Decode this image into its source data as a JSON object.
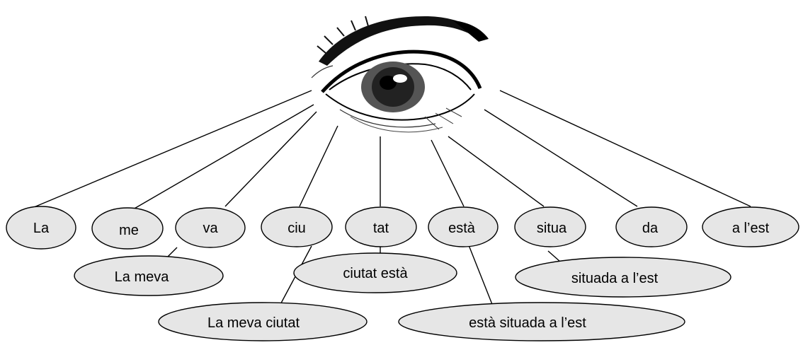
{
  "eye": {
    "icon": "eye-icon"
  },
  "syllables": [
    {
      "text": "La"
    },
    {
      "text": "me"
    },
    {
      "text": "va"
    },
    {
      "text": "ciu"
    },
    {
      "text": "tat"
    },
    {
      "text": "està"
    },
    {
      "text": "situa"
    },
    {
      "text": "da"
    },
    {
      "text": "a l’est"
    }
  ],
  "groups": [
    {
      "text": "La meva"
    },
    {
      "text": "ciutat està"
    },
    {
      "text": "situada a l’est"
    },
    {
      "text": "La meva ciutat"
    },
    {
      "text": "està situada a l’est"
    }
  ]
}
